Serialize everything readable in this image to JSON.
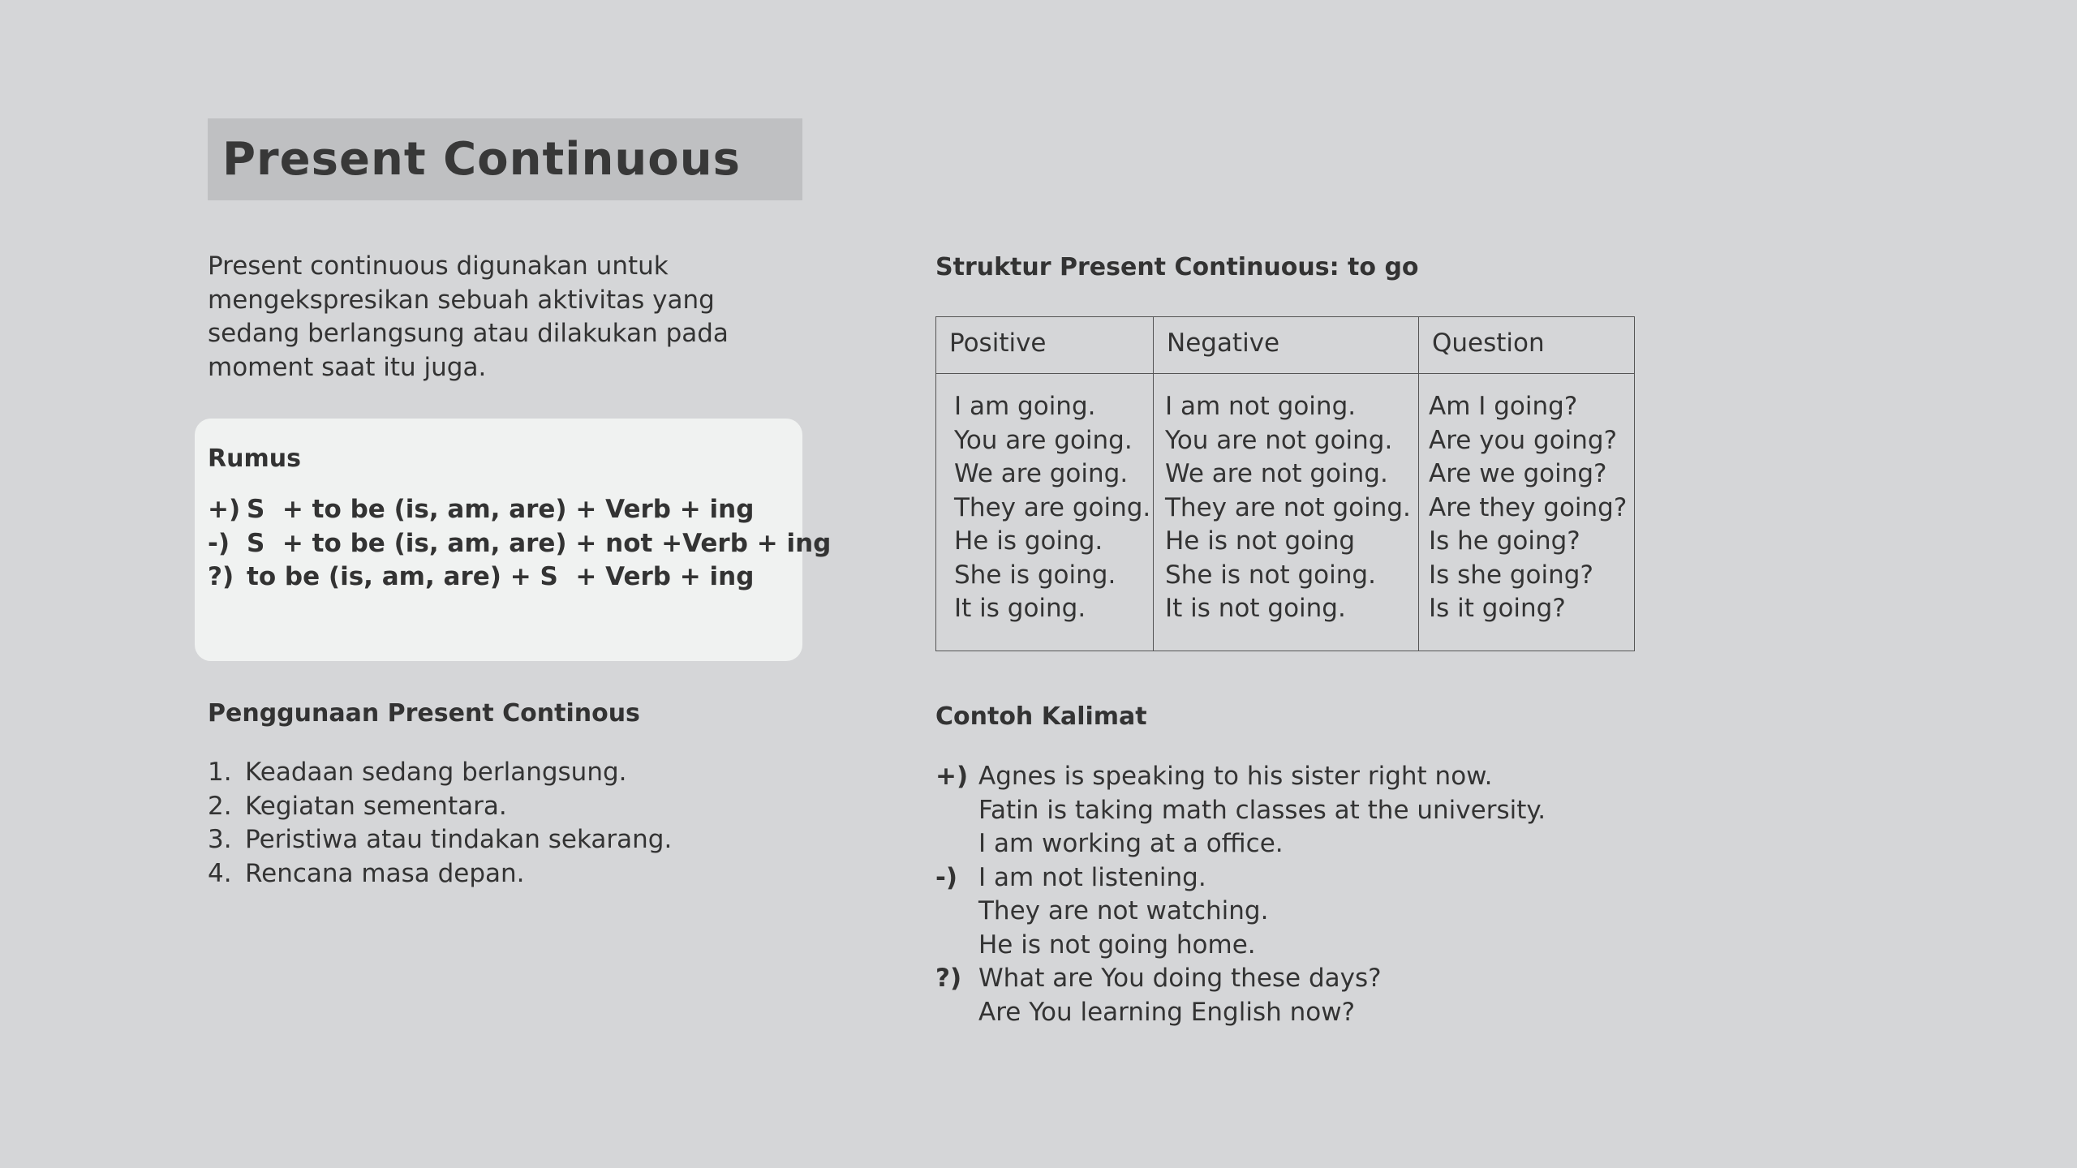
{
  "title": "Present Continuous",
  "intro": "Present continuous digunakan untuk mengekspresikan sebuah aktivitas yang sedang berlangsung atau dilakukan pada moment saat itu juga.",
  "intro_lines": [
    "Present continuous digunakan untuk",
    "mengekspresikan sebuah aktivitas yang",
    "sedang berlangsung atau dilakukan pada",
    "moment saat itu juga."
  ],
  "rumus": {
    "title": "Rumus",
    "lines": [
      {
        "mark": "+)",
        "text": "S  + to be (is, am, are) + Verb + ing"
      },
      {
        "mark": "-)",
        "text": "S  + to be (is, am, are) + not +Verb + ing"
      },
      {
        "mark": "?)",
        "text": "to be (is, am, are) + S  + Verb + ing"
      }
    ]
  },
  "usage": {
    "title": "Penggunaan Present Continous",
    "items": [
      {
        "num": "1.",
        "text": "Keadaan sedang berlangsung."
      },
      {
        "num": "2.",
        "text": "Kegiatan sementara."
      },
      {
        "num": "3.",
        "text": "Peristiwa atau tindakan sekarang."
      },
      {
        "num": "4.",
        "text": "Rencana masa depan."
      }
    ]
  },
  "structure": {
    "title": "Struktur Present Continuous: to go",
    "headers": [
      "Positive",
      "Negative",
      "Question"
    ],
    "positive": [
      "I am going.",
      "You are going.",
      "We are going.",
      "They are going.",
      "He is going.",
      "She is going.",
      "It is going."
    ],
    "negative": [
      "I am not going.",
      "You are not going.",
      "We are not going.",
      "They are not going.",
      "He is not going",
      "She is not going.",
      "It is not going."
    ],
    "question": [
      "Am I going?",
      "Are you going?",
      "Are we going?",
      "Are they going?",
      "Is he going?",
      "Is she going?",
      "Is it going?"
    ]
  },
  "examples": {
    "title": "Contoh Kalimat",
    "groups": [
      {
        "mark": "+)",
        "lines": [
          "Agnes is speaking to his sister right now.",
          "Fatin is taking math classes at the university.",
          "I am working at a office."
        ]
      },
      {
        "mark": "-)",
        "lines": [
          "I am not listening.",
          "They are not watching.",
          "He is not going home."
        ]
      },
      {
        "mark": "?)",
        "lines": [
          "What are You doing these days?",
          "Are You learning English now?"
        ]
      }
    ]
  }
}
